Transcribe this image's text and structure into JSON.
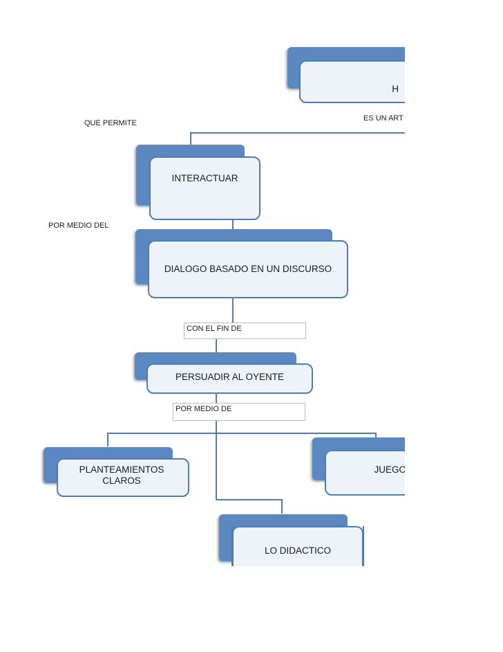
{
  "diagram": {
    "nodes": {
      "root": "H",
      "interactuar": "INTERACTUAR",
      "dialogo": "DIALOGO BASADO EN UN DISCURSO",
      "persuadir": "PERSUADIR AL OYENTE",
      "planteamientos": "PLANTEAMIENTOS\nCLAROS",
      "juego": "JUEGO",
      "didactico": "LO DIDACTICO"
    },
    "connectors": {
      "es_un": "ES UN  ART",
      "que_permite": "QUE  PERMITE",
      "por_medio_del": "POR MEDIO  DEL",
      "con_el_fin_de": "CON EL FIN DE",
      "por_medio_de": "POR MEDIO DE"
    },
    "colors": {
      "node_dark": "#5b88c0",
      "node_border": "#4f7cb0",
      "node_fill": "#eef3f9",
      "line": "#4f7cb0"
    }
  }
}
